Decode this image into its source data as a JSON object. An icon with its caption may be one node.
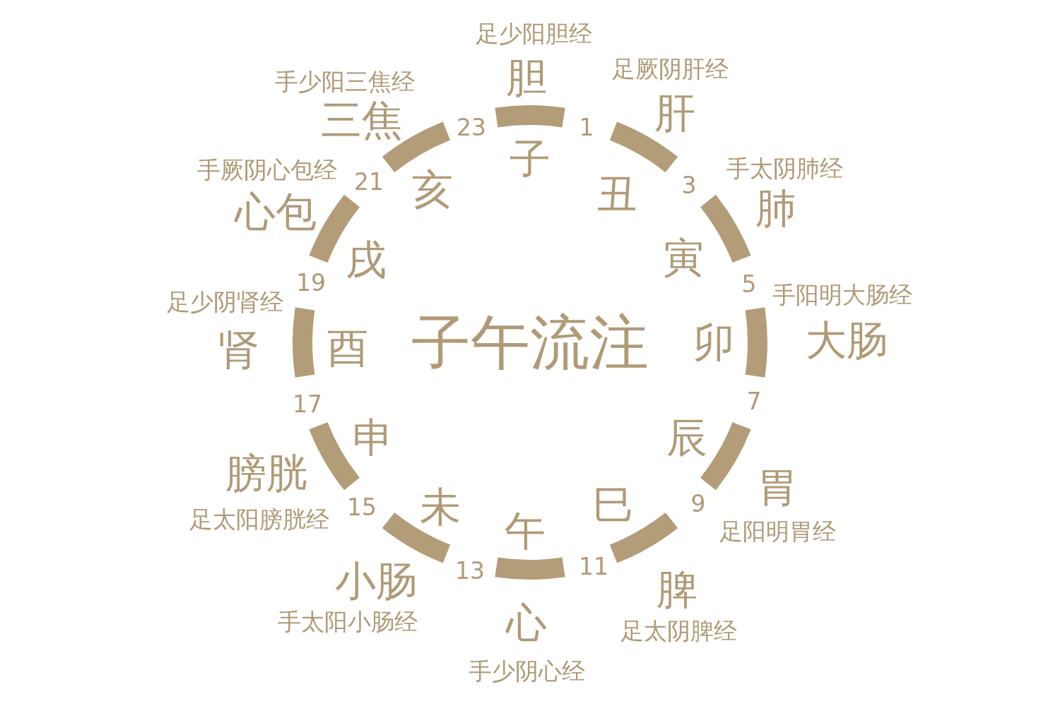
{
  "diagram": {
    "title": "子午流注",
    "labels": [
      "子",
      "胆",
      "足少阳胆经",
      "23",
      "丑",
      "肝",
      "足厥阴肝经",
      "1",
      "寅",
      "肺",
      "手太阴肺经",
      "3",
      "卯",
      "大肠",
      "手阳明大肠经",
      "5",
      "辰",
      "胃",
      "足阳明胃经",
      "7",
      "巳",
      "脾",
      "足太阴脾经",
      "9",
      "午",
      "心",
      "手少阴心经",
      "11",
      "未",
      "小肠",
      "手太阳小肠经",
      "13",
      "申",
      "膀胱",
      "足太阳膀胱经",
      "15",
      "酉",
      "肾",
      "足少阴肾经",
      "17",
      "戌",
      "心包",
      "手厥阴心包经",
      "19",
      "亥",
      "三焦",
      "手少阳三焦经",
      "21"
    ]
  }
}
